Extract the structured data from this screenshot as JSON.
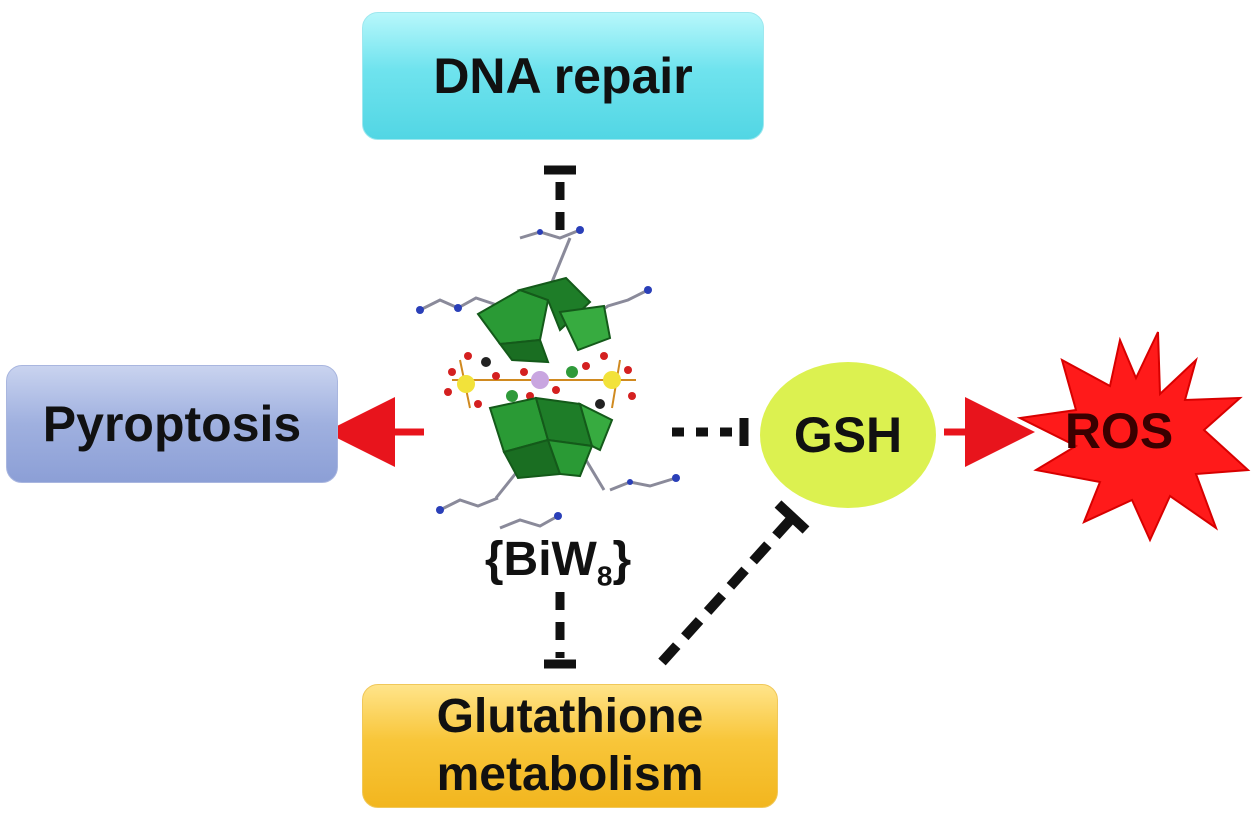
{
  "nodes": {
    "dna_repair": "DNA repair",
    "pyroptosis": "Pyroptosis",
    "glutathione_line1": "Glutathione",
    "glutathione_line2": "metabolism",
    "gsh": "GSH",
    "ros": "ROS",
    "compound_main": "{BiW",
    "compound_sub": "8",
    "compound_close": "}"
  },
  "colors": {
    "activation_arrow": "#e8141c",
    "inhibition_line": "#111111",
    "ros_star": "#ff1a1a",
    "polyhedra": "#1f8a2a"
  },
  "edges": [
    {
      "from": "compound",
      "to": "dna_repair",
      "type": "inhibition"
    },
    {
      "from": "compound",
      "to": "pyroptosis",
      "type": "activation"
    },
    {
      "from": "compound",
      "to": "gsh",
      "type": "inhibition"
    },
    {
      "from": "compound",
      "to": "glutathione_metabolism",
      "type": "inhibition"
    },
    {
      "from": "glutathione_metabolism",
      "to": "gsh",
      "type": "inhibition"
    },
    {
      "from": "gsh",
      "to": "ros",
      "type": "activation"
    }
  ]
}
